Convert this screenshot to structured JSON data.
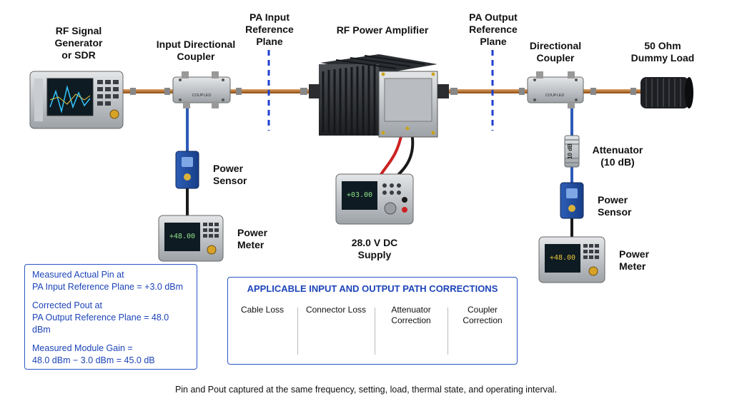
{
  "labels": {
    "sig_gen": "RF Signal\nGenerator\nor SDR",
    "in_coupler": "Input Directional\nCoupler",
    "pa_in_plane": "PA Input\nReference\nPlane",
    "amp": "RF Power Amplifier",
    "pa_out_plane": "PA Output\nReference\nPlane",
    "out_coupler": "Directional\nCoupler",
    "dummy_load": "50 Ohm\nDummy Load",
    "attenuator": "Attenuator\n(10 dB)",
    "power_sensor_left": "Power\nSensor",
    "power_sensor_right": "Power\nSensor",
    "power_meter_left": "Power\nMeter",
    "power_meter_right": "Power\nMeter",
    "dc_supply": "28.0 V DC\nSupply"
  },
  "device_text": {
    "coupled": "COUPLED",
    "attenuator_marking": "10 dB",
    "meter_left_display": "+48.00",
    "meter_right_display": "+48.00",
    "supply_display": "+03.00"
  },
  "info": {
    "line1": "Measured Actual Pin at",
    "line2": "PA Input Reference Plane = +3.0 dBm",
    "line3": "Corrected Pout at",
    "line4": "PA Output Reference Plane = 48.0 dBm",
    "line5": "Measured Module Gain =",
    "line6": "48.0 dBm − 3.0 dBm = 45.0 dB"
  },
  "corrections": {
    "title": "APPLICABLE INPUT AND OUTPUT PATH CORRECTIONS",
    "items": [
      "Cable Loss",
      "Connector Loss",
      "Attenuator\nCorrection",
      "Coupler\nCorrection"
    ]
  },
  "footer": "Pin and Pout captured at the same frequency, setting, load, thermal state, and operating interval.",
  "colors": {
    "accent_blue": "#2a56c6",
    "reference_plane": "#1f3fd0",
    "rf_cable_blue": "#2c5ab8",
    "cable_copper": "#c77a2c",
    "dc_red": "#cc2222"
  }
}
